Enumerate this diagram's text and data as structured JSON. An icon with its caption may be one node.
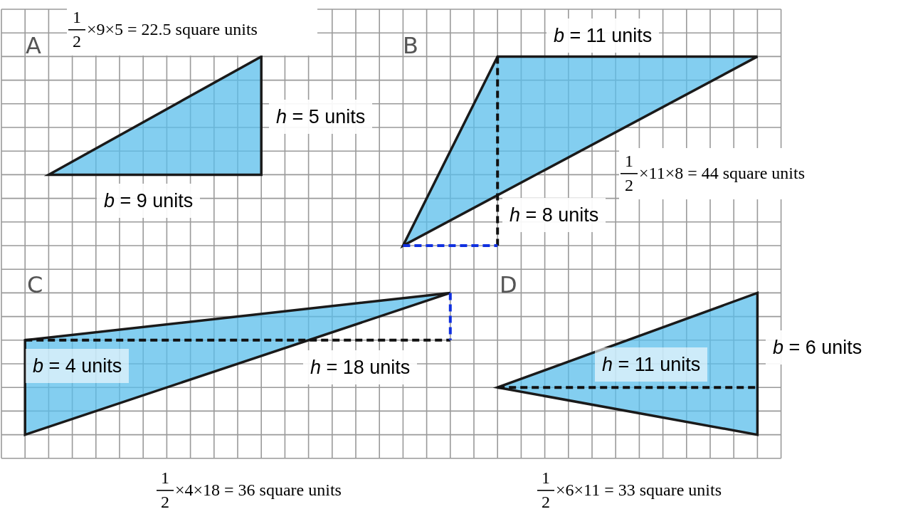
{
  "diagram": {
    "labels": [
      "A",
      "1",
      "2",
      "×9×5 = 22.5 square units",
      "B",
      "*b* = 11 units",
      "*h* = 5 units",
      "1",
      "2",
      "×11×8 = 44 square units",
      "*b* = 9 units",
      "*h* = 8 units",
      "C",
      "D",
      "*b* = 4 units",
      "*h* = 18 units",
      "*h* = 11 units",
      "*b* = 6 units",
      "1",
      "2",
      "×4×18 = 36 square units",
      "1",
      "2",
      "×6×11 = 33 square units"
    ]
  }
}
